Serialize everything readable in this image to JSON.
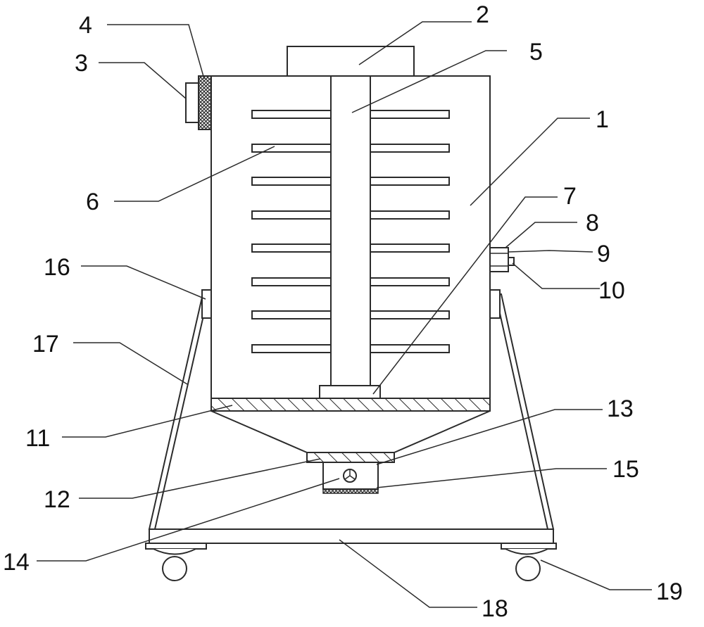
{
  "colors": {
    "stroke": "#2b2b2b",
    "background": "#ffffff",
    "text": "#111111"
  },
  "labels": {
    "l1": "1",
    "l2": "2",
    "l3": "3",
    "l4": "4",
    "l5": "5",
    "l6": "6",
    "l7": "7",
    "l8": "8",
    "l9": "9",
    "l10": "10",
    "l11": "11",
    "l12": "12",
    "l13": "13",
    "l14": "14",
    "l15": "15",
    "l16": "16",
    "l17": "17",
    "l18": "18",
    "l19": "19"
  }
}
